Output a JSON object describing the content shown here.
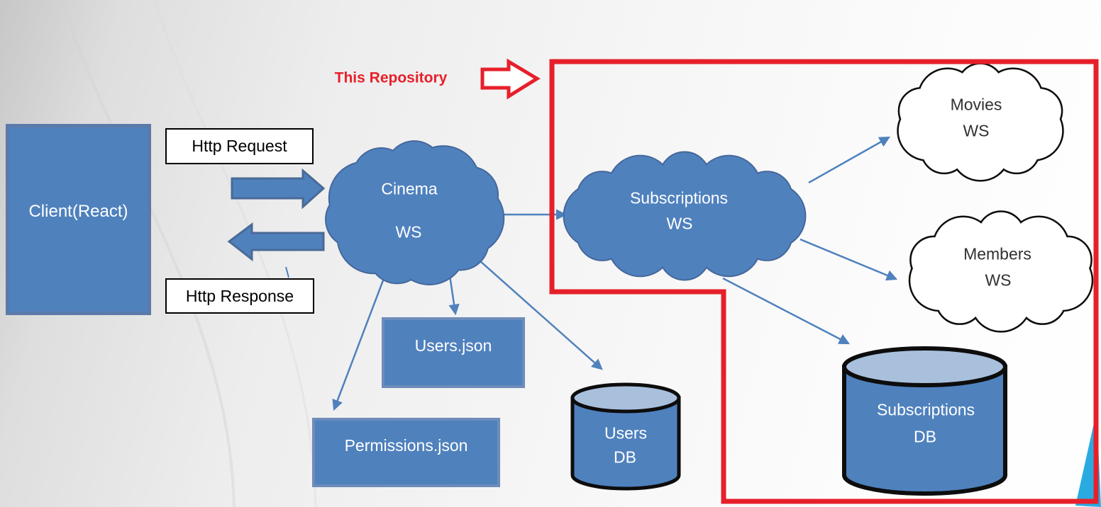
{
  "annotation": {
    "label": "This Repository"
  },
  "nodes": {
    "client": {
      "label": "Client(React)"
    },
    "http_request": {
      "label": "Http Request"
    },
    "http_response": {
      "label": "Http Response"
    },
    "cinema_ws": {
      "line1": "Cinema",
      "line2": "WS"
    },
    "subscriptions_ws": {
      "line1": "Subscriptions",
      "line2": "WS"
    },
    "movies_ws": {
      "line1": "Movies",
      "line2": "WS"
    },
    "members_ws": {
      "line1": "Members",
      "line2": "WS"
    },
    "users_json": {
      "label": "Users.json"
    },
    "permissions_json": {
      "label": "Permissions.json"
    },
    "users_db": {
      "line1": "Users",
      "line2": "DB"
    },
    "subscriptions_db": {
      "line1": "Subscriptions",
      "line2": "DB"
    }
  },
  "edges": [
    {
      "from": "cinema_ws",
      "to": "subscriptions_ws"
    },
    {
      "from": "cinema_ws",
      "to": "permissions_json"
    },
    {
      "from": "cinema_ws",
      "to": "users_json"
    },
    {
      "from": "cinema_ws",
      "to": "users_db"
    },
    {
      "from": "subscriptions_ws",
      "to": "movies_ws"
    },
    {
      "from": "subscriptions_ws",
      "to": "members_ws"
    },
    {
      "from": "subscriptions_ws",
      "to": "subscriptions_db"
    }
  ],
  "colors": {
    "shape_fill": "#4f81bd",
    "shape_border": "#45689c",
    "cylinder_top": "#a9c0dd",
    "black_outline": "#0d0d0d",
    "connector": "#4f81bd",
    "repository_red": "#e6202a",
    "accent_cyan": "#29abe2"
  }
}
